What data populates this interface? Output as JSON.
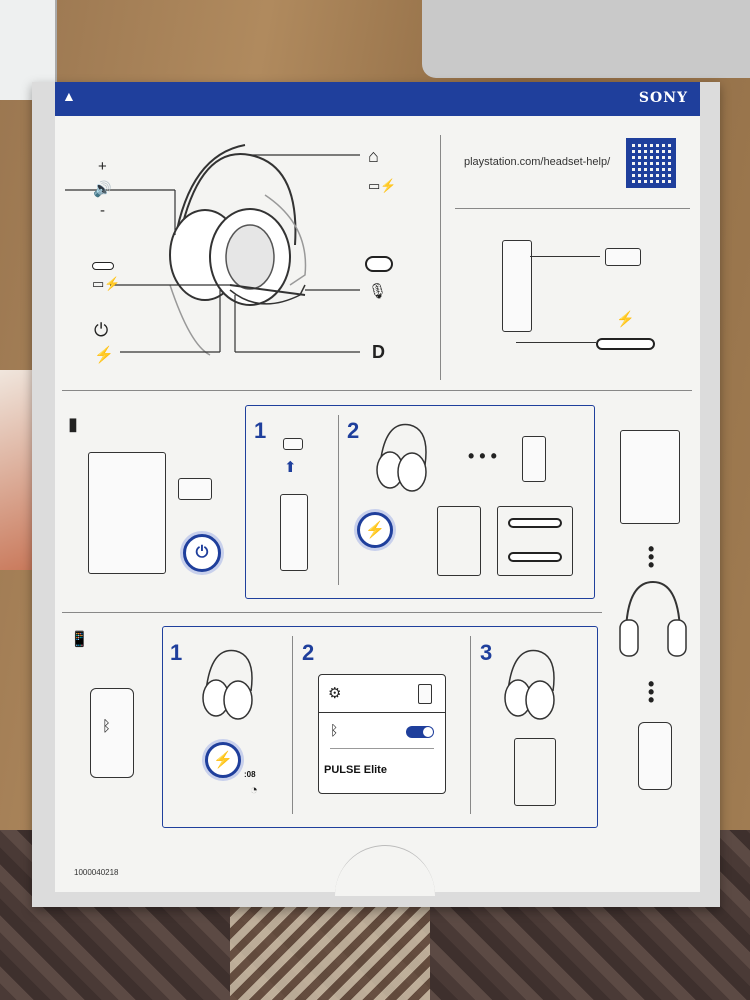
{
  "header": {
    "brand": "SONY"
  },
  "help": {
    "url": "playstation.com/headset-help/"
  },
  "steps": {
    "ps5": [
      "1",
      "2"
    ],
    "mobile": [
      "1",
      "2",
      "3"
    ]
  },
  "menu": {
    "device_name": "PULSE Elite",
    "timer": ":08"
  },
  "footer": {
    "code": "1000040218"
  },
  "icons": {
    "volume_plus": "+",
    "volume_minus": "-",
    "volume": "volume-icon",
    "power": "power-icon",
    "pair": "pair-icon",
    "bluetooth": "bluetooth-icon",
    "settings": "gear-icon",
    "battery": "battery-icon",
    "mute": "mic-mute-icon"
  },
  "colors": {
    "accent": "#1f3f9c",
    "panel": "#f4f4f2"
  }
}
